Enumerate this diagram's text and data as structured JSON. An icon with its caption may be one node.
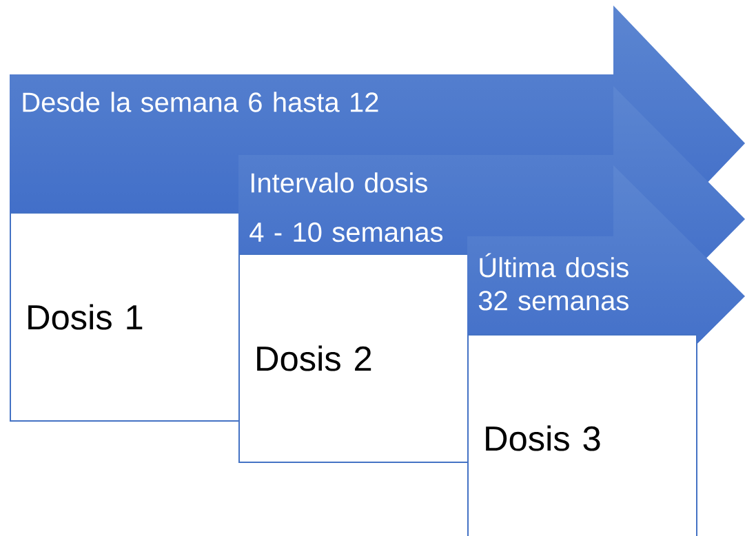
{
  "diagram": {
    "nodes": [
      {
        "text": [
          "Desde la semana 6 hasta 12"
        ]
      },
      {
        "text": [
          "Dosis 1"
        ]
      },
      {
        "text": [
          "Intervalo dosis",
          "4 - 10 semanas"
        ]
      },
      {
        "text": [
          "Dosis 2"
        ]
      },
      {
        "text": [
          "Última dosis 32 semanas"
        ]
      },
      {
        "text": [
          "Dosis 3"
        ]
      }
    ]
  }
}
